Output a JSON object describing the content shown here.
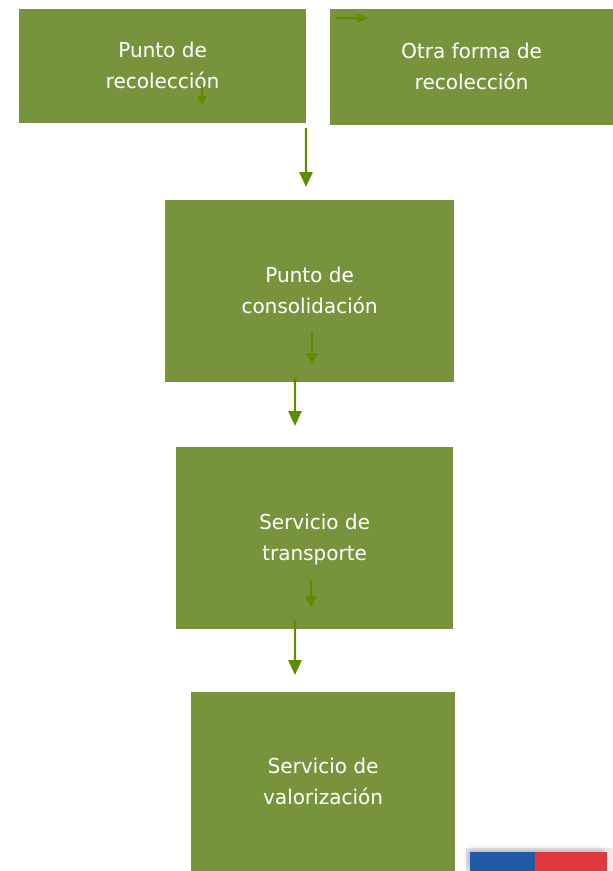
{
  "diagram": {
    "nodes": [
      {
        "id": "punto-recoleccion",
        "lines": [
          "Punto de",
          "recolección"
        ]
      },
      {
        "id": "otra-forma",
        "lines": [
          "Otra forma  de",
          "recolección"
        ]
      },
      {
        "id": "punto-consolidacion",
        "lines": [
          "Punto de",
          "consolidación"
        ]
      },
      {
        "id": "servicio-transporte",
        "lines": [
          "Servicio de",
          "transporte"
        ]
      },
      {
        "id": "servicio-valorizacion",
        "lines": [
          "Servicio de",
          "valorización"
        ]
      }
    ],
    "edges": [
      {
        "from": "punto-recoleccion",
        "to": "punto-consolidacion"
      },
      {
        "from": "punto-consolidacion",
        "to": "servicio-transporte"
      },
      {
        "from": "servicio-transporte",
        "to": "servicio-valorizacion"
      }
    ]
  },
  "colors": {
    "box_fill": "#77933c",
    "box_text": "#ffffff",
    "arrow": "#5e8c00",
    "flag_blue": "#1f5aa6",
    "flag_red": "#e0383c"
  },
  "icons": {
    "corner_logo": "chile-flag-icon"
  }
}
